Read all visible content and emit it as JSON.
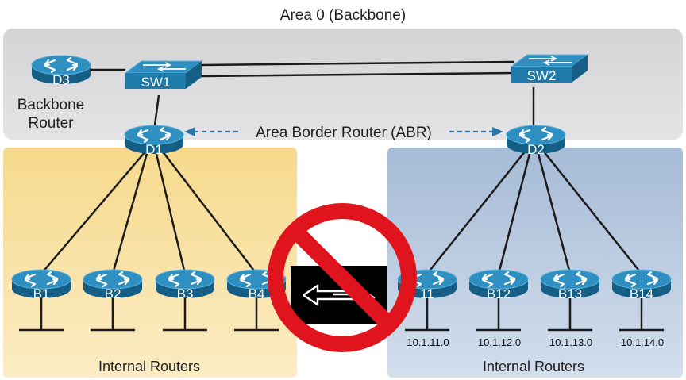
{
  "diagram": {
    "backbone_title": "Area 0 (Backbone)",
    "backbone_router_line1": "Backbone",
    "backbone_router_line2": "Router",
    "abr_label": "Area Border Router (ABR)",
    "left_area_label": "Internal Routers",
    "right_area_label": "Internal Routers",
    "prohibited_symbol": "no-sign-icon",
    "devices": {
      "d3": "D3",
      "sw1": "SW1",
      "sw2": "SW2",
      "d1": "D1",
      "d2": "D2",
      "b1": "B1",
      "b2": "B2",
      "b3": "B3",
      "b4": "B4",
      "b11": "11",
      "b12": "B12",
      "b13": "B13",
      "b14": "B14"
    },
    "networks": {
      "n11": "10.1.11.0",
      "n12": "10.1.12.0",
      "n13": "10.1.13.0",
      "n14": "10.1.14.0"
    },
    "colors": {
      "backbone_area": "#d8d8d8",
      "left_area": "#f5d58a",
      "right_area": "#a9bdd6",
      "device": "#1d7aa9",
      "prohibited": "#e0141c"
    }
  }
}
